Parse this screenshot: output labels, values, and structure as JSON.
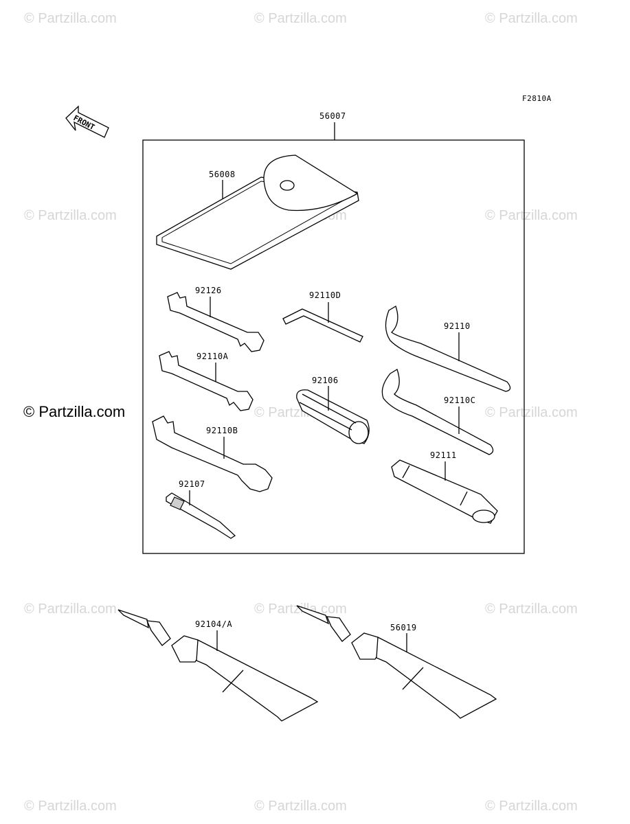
{
  "diagram": {
    "figure_code": "F2810A",
    "front_marker": "FRONT",
    "kit_label": "56007",
    "parts": {
      "pouch": "56008",
      "wrench_a": "92126",
      "wrench_b": "92110A",
      "wrench_c": "92110B",
      "screwdriver": "92107",
      "hex_key": "92110D",
      "socket_grip": "92106",
      "hook_wrench_a": "92110",
      "hook_wrench_b": "92110C",
      "handle": "92111",
      "tube_a": "92104/A",
      "tube_b": "56019"
    }
  },
  "watermark": {
    "text": "© Partzilla.com",
    "prominent": "© Partzilla.com"
  }
}
